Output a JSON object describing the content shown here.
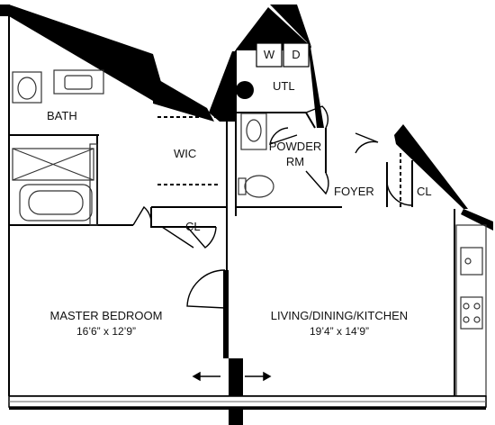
{
  "rooms": {
    "bath": "BATH",
    "wic": "WIC",
    "utl": "UTL",
    "washer": "W",
    "dryer": "D",
    "powder_line1": "POWDER",
    "powder_line2": "RM",
    "foyer": "FOYER",
    "closet_foyer": "CL",
    "closet_bedroom": "CL",
    "master_bedroom": "MASTER BEDROOM",
    "master_bedroom_dims": "16’6” x 12’9”",
    "living": "LIVING/DINING/KITCHEN",
    "living_dims": "19’4” x 14’9”"
  },
  "colors": {
    "wall": "#000000",
    "fixture_line": "#333333",
    "window": "#666666",
    "background": "#ffffff"
  }
}
